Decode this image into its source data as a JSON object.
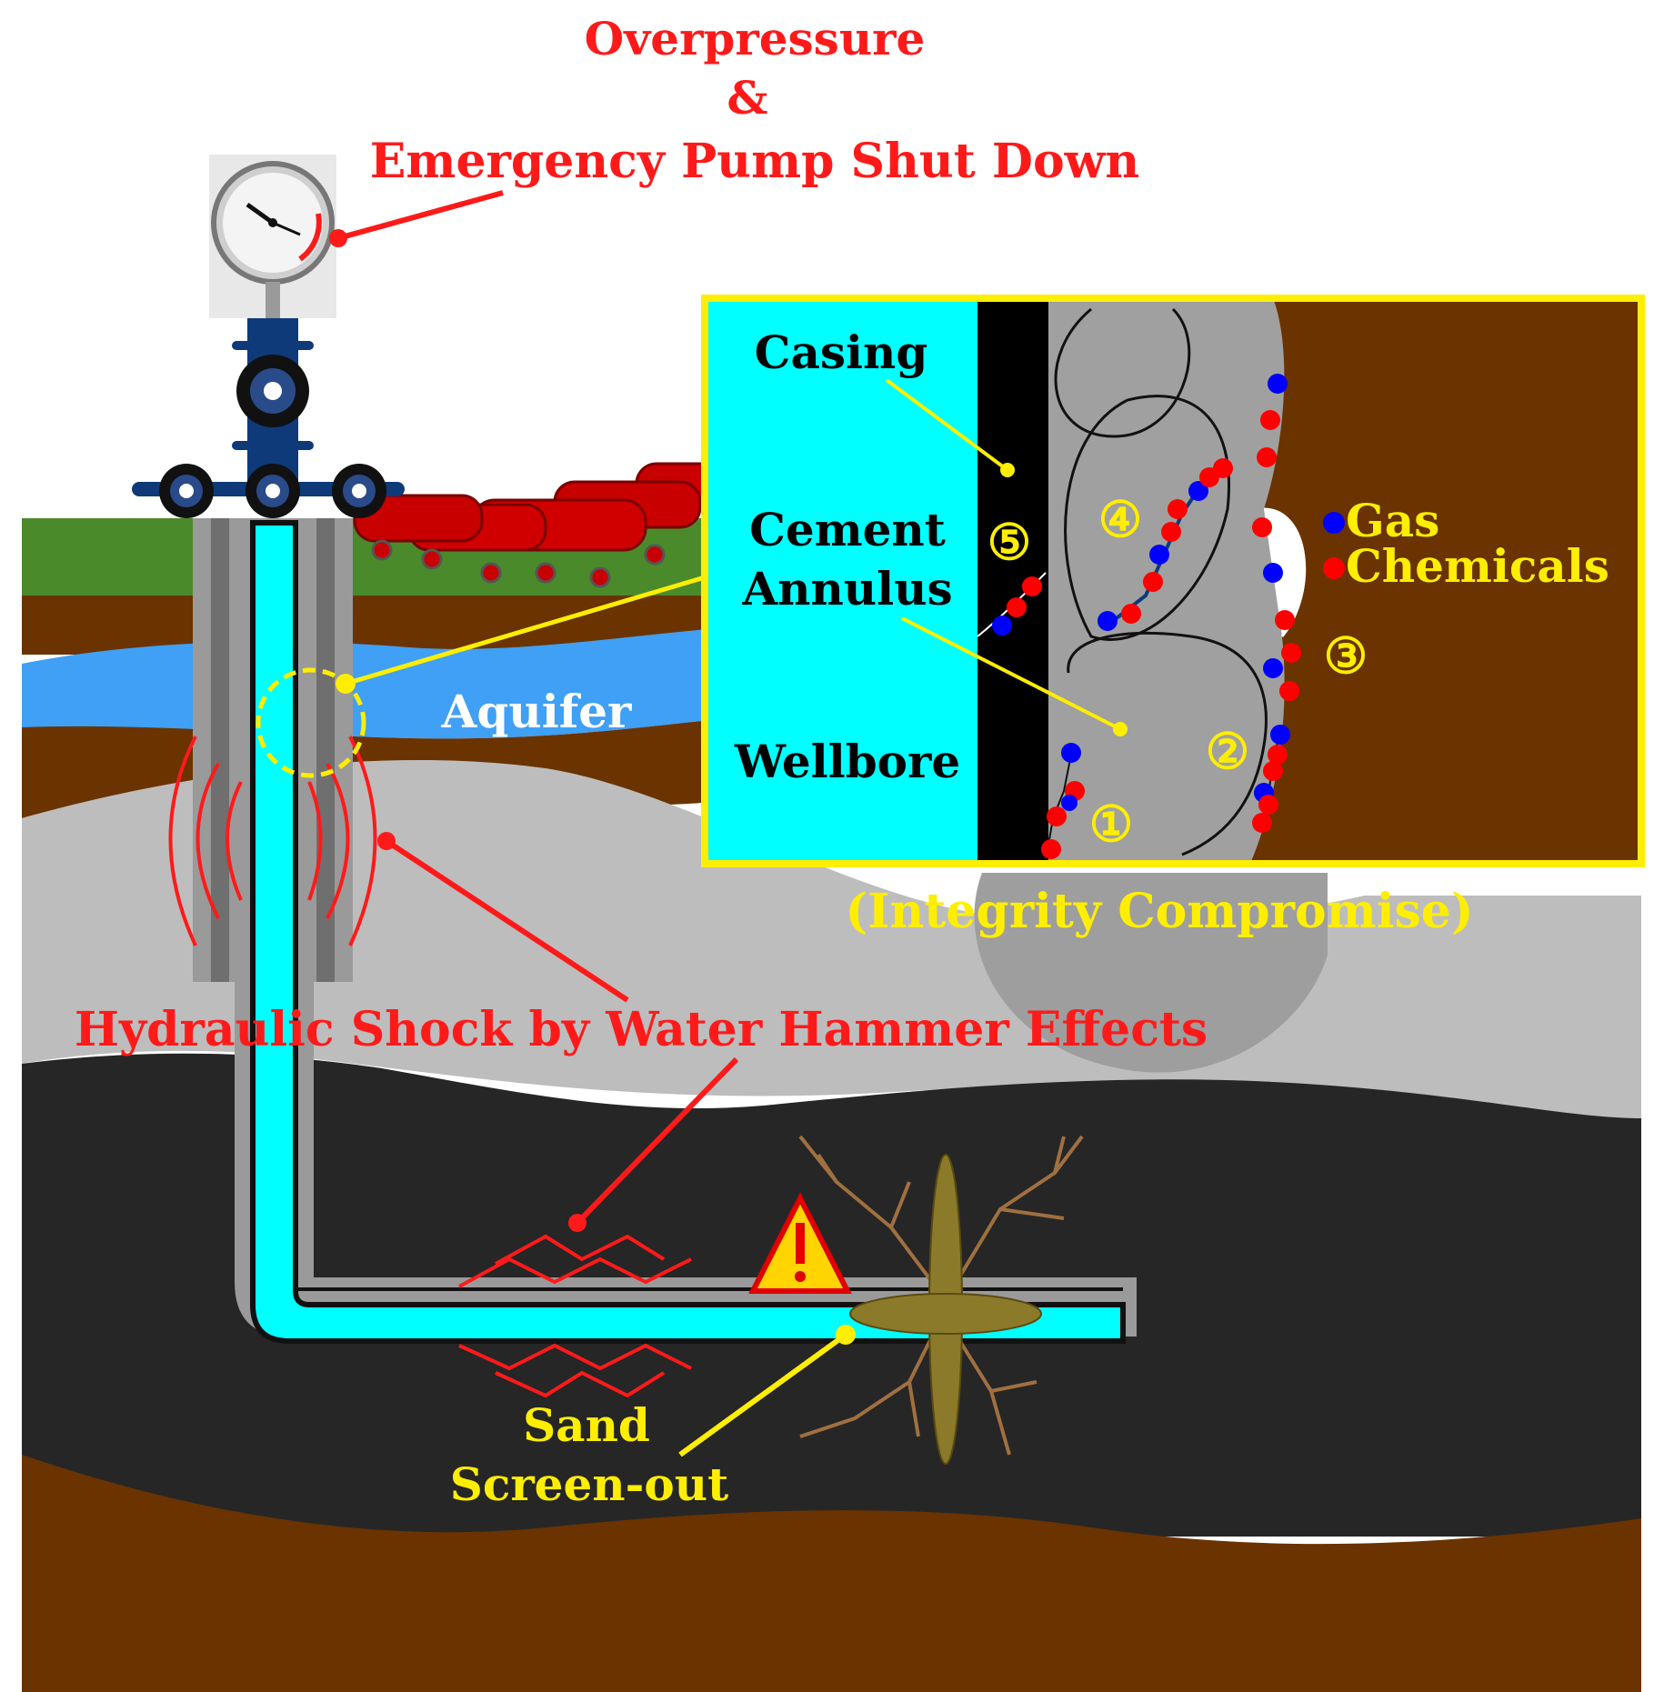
{
  "labels": {
    "overpressure": "Overpressure",
    "ampersand": "&",
    "emergency": "Emergency Pump Shut Down",
    "aquifer": "Aquifer",
    "hydraulic_shock": "Hydraulic Shock by Water Hammer Effects",
    "sand": "Sand",
    "screen_out": "Screen-out",
    "integrity": "(Integrity Compromise)"
  },
  "inset": {
    "casing": "Casing",
    "cement": "Cement",
    "annulus": "Annulus",
    "wellbore": "Wellbore",
    "gas": "Gas",
    "chemicals": "Chemicals",
    "markers": [
      "①",
      "②",
      "③",
      "④",
      "⑤"
    ]
  },
  "colors": {
    "red_text": "#ff1a1a",
    "yellow": "#ffee00",
    "wellbore_fluid": "#00ffff",
    "gas_dot": "#0000ff",
    "chemical_dot": "#ff0000",
    "soil_brown": "#6b3300",
    "grass": "#4a8a2a",
    "aquifer": "#3fa0f5",
    "shale": "#262626",
    "grey_layer": "#bdbdbd"
  },
  "icons": [
    "pressure-gauge-icon",
    "warning-triangle-icon",
    "valve-icon",
    "tanker-train-icon"
  ]
}
